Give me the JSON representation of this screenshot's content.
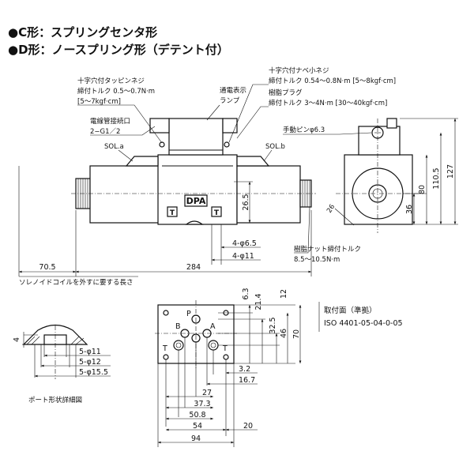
{
  "headers": {
    "c_type": "●C形：スプリングセンタ形",
    "d_type": "●D形：ノースプリング形（デテント付）"
  },
  "labels": {
    "tap_screw": [
      "十字穴付タッピンネジ",
      "締付トルク 0.5〜0.7N·m",
      "[5〜7kgf·cm]"
    ],
    "indicator_lamp": [
      "通電表示",
      "ランプ"
    ],
    "pan_screw": [
      "十字穴付ナベ小ネジ",
      "締付トルク 0.54〜0.8N·m [5〜8kgf·cm]"
    ],
    "resin_plug": [
      "樹脂プラグ",
      "締付トルク 3〜4N·m [30〜40kgf·cm]"
    ],
    "conduit": [
      "電線管接続口",
      "2−G1／2"
    ],
    "manual_pin": "手動ピンφ6.3",
    "sol_a": "SOL.a",
    "sol_b": "SOL.b",
    "resin_nut": [
      "樹脂ナット締付トルク",
      "8.5〜10.5N·m"
    ],
    "coil_removal": "ソレノイドコイルを外すに要する長さ",
    "port_detail": "ポート形状詳細図",
    "mounting_title": "取付面（準拠）",
    "mounting_std": "ISO 4401-05-04-0-05",
    "brand": "DPA",
    "terminal": "T"
  },
  "ports": [
    "P",
    "A",
    "B",
    "T",
    "T"
  ],
  "dimensions": {
    "front": {
      "d_26_5": "26.5",
      "d_4_6_5": "4-φ6.5",
      "d_4_11": "4-φ11",
      "d_70_5": "70.5",
      "d_284": "284"
    },
    "side": {
      "d_127": "127",
      "d_110_5": "110.5",
      "d_80": "80",
      "d_36": "36",
      "d_26": "26"
    },
    "mount_right": {
      "d_6_3": "6.3",
      "d_21_4": "21.4",
      "d_12": "12",
      "d_32_5": "32.5",
      "d_46": "46",
      "d_70": "70"
    },
    "mount_bottom": {
      "d_3_2": "3.2",
      "d_16_7": "16.7",
      "d_27": "27",
      "d_37_3": "37.3",
      "d_50_8": "50.8",
      "d_54": "54",
      "d_94": "94",
      "d_20": "20"
    },
    "port": {
      "d_4": "4",
      "d_5_11": "5-φ11",
      "d_5_12": "5-φ12",
      "d_5_15_5": "5-φ15.5"
    }
  }
}
